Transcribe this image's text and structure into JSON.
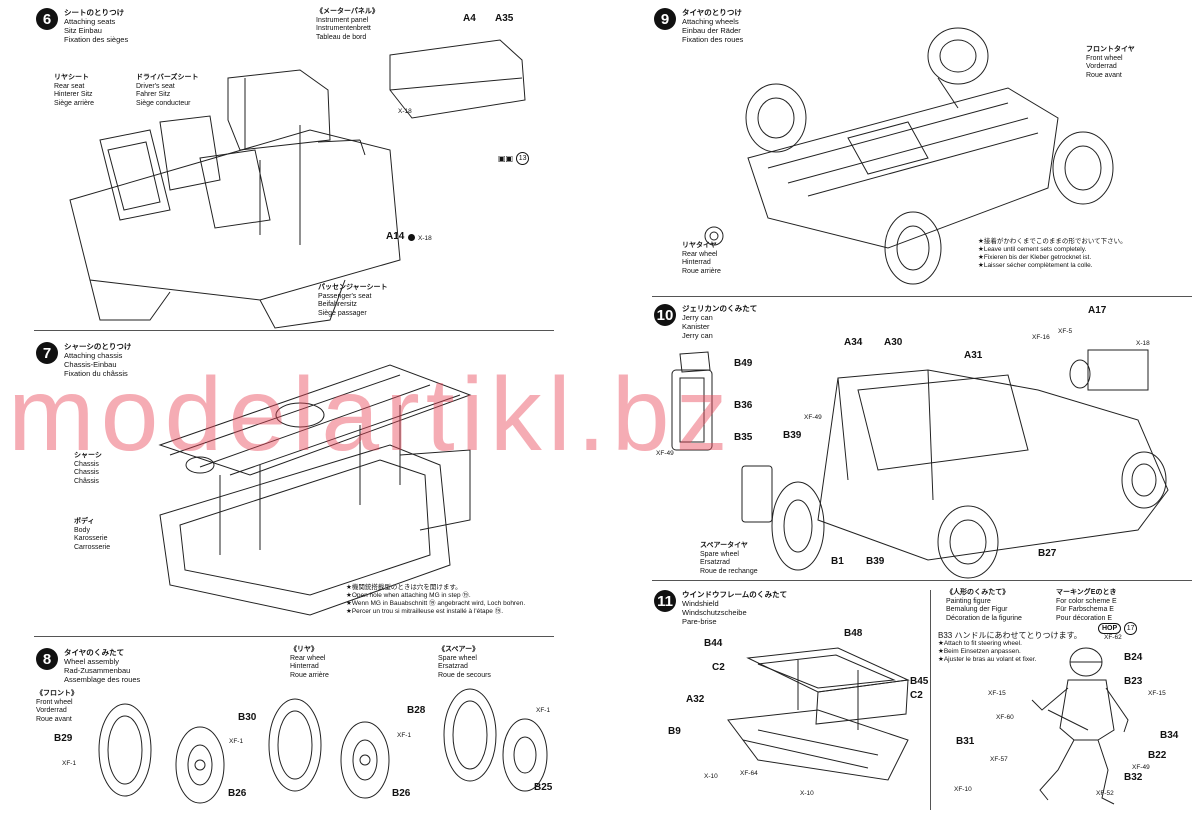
{
  "watermark": "modelartikl.bz",
  "steps": [
    {
      "num": "6",
      "jp": "シートのとりつけ",
      "en": "Attaching seats",
      "de": "Sitz Einbau",
      "fr": "Fixation des sièges"
    },
    {
      "num": "7",
      "jp": "シャーシのとりつけ",
      "en": "Attaching chassis",
      "de": "Chassis-Einbau",
      "fr": "Fixation du châssis"
    },
    {
      "num": "8",
      "jp": "タイヤのくみたて",
      "en": "Wheel assembly",
      "de": "Rad-Zusammenbau",
      "fr": "Assemblage des roues"
    },
    {
      "num": "9",
      "jp": "タイヤのとりつけ",
      "en": "Attaching wheels",
      "de": "Einbau der Räder",
      "fr": "Fixation des roues"
    },
    {
      "num": "10",
      "jp": "ジェリカンのくみたて",
      "en": "Jerry can",
      "de": "Kanister",
      "fr": "Jerry can"
    },
    {
      "num": "11",
      "jp": "ウインドウフレームのくみたて",
      "en": "Windshield",
      "de": "Windschutzscheibe",
      "fr": "Pare-brise"
    }
  ],
  "step6": {
    "instrument_panel": {
      "jp": "《メーターパネル》",
      "en": "Instrument panel",
      "de": "Instrumentenbrett",
      "fr": "Tableau de bord"
    },
    "rear_seat": {
      "jp": "リヤシート",
      "en": "Rear seat",
      "de": "Hinterer Sitz",
      "fr": "Siège arrière"
    },
    "drivers_seat": {
      "jp": "ドライバーズシート",
      "en": "Driver's seat",
      "de": "Fahrer Sitz",
      "fr": "Siège conducteur"
    },
    "passenger_seat": {
      "jp": "パッセンジャーシート",
      "en": "Passenger's seat",
      "de": "Beifahrersitz",
      "fr": "Siège passager"
    },
    "parts": {
      "a4": "A4",
      "a35": "A35",
      "a14": "A14",
      "x18a": "X-18",
      "x18b": "X-18"
    },
    "ref_num": "13"
  },
  "step7": {
    "chassis": {
      "jp": "シャーシ",
      "en": "Chassis",
      "de": "Chassis",
      "fr": "Châssis"
    },
    "body": {
      "jp": "ボディ",
      "en": "Body",
      "de": "Karosserie",
      "fr": "Carrosserie"
    },
    "note": {
      "jp": "★機関銃搭載型のときは穴を開けます。",
      "en": "★Open hole when attaching MG in step ⑲.",
      "de": "★Wenn MG in Bauabschnitt ⑲ angebracht wird, Loch bohren.",
      "fr": "★Percer un trou si mitrailleuse est installé à l'étape ⑲."
    }
  },
  "step8": {
    "front": {
      "jp": "《フロント》",
      "en": "Front wheel",
      "de": "Vorderrad",
      "fr": "Roue avant"
    },
    "rear": {
      "jp": "《リヤ》",
      "en": "Rear wheel",
      "de": "Hinterrad",
      "fr": "Roue arrière"
    },
    "spare": {
      "jp": "《スペアー》",
      "en": "Spare wheel",
      "de": "Ersatzrad",
      "fr": "Roue de secours"
    },
    "parts": {
      "b29": "B29",
      "xf1a": "XF-1",
      "xf1b": "XF-1",
      "b26a": "B26",
      "b30": "B30",
      "xf1c": "XF-1",
      "b26b": "B26",
      "b28": "B28",
      "xf1d": "XF-1",
      "b25": "B25"
    }
  },
  "step9": {
    "front_wheel": {
      "jp": "フロントタイヤ",
      "en": "Front wheel",
      "de": "Vorderrad",
      "fr": "Roue avant"
    },
    "rear_wheel": {
      "jp": "リヤタイヤ",
      "en": "Rear wheel",
      "de": "Hinterrad",
      "fr": "Roue arrière"
    },
    "note": {
      "jp": "★接着がかわくまでこのままの形でおいて下さい。",
      "en": "★Leave until cement sets completely.",
      "de": "★Fixieren bis der Kleber getrocknet ist.",
      "fr": "★Laisser sécher complètement la colle."
    }
  },
  "step10": {
    "spare_wheel": {
      "jp": "スペアータイヤ",
      "en": "Spare wheel",
      "de": "Ersatzrad",
      "fr": "Roue de rechange"
    },
    "parts": {
      "a17": "A17",
      "xf16": "XF-16",
      "xf5": "XF-5",
      "x18": "X-18",
      "a34": "A34",
      "a30": "A30",
      "a31": "A31",
      "b49": "B49",
      "b36": "B36",
      "b35": "B35",
      "xf49a": "XF-49",
      "xf49b": "XF-49",
      "b39a": "B39",
      "b39b": "B39",
      "b1": "B1",
      "b27": "B27"
    }
  },
  "step11": {
    "painting_figure": {
      "jp": "《人形のくみたて》",
      "en": "Painting figure",
      "de": "Bemalung der Figur",
      "fr": "Décoration de la figurine"
    },
    "marking": {
      "jp": "マーキングEのとき",
      "en": "For color scheme E",
      "de": "Für Farbschema E",
      "fr": "Pour décoration E"
    },
    "b33_note": {
      "jp": "B33 ハンドルにあわせてとりつけます。",
      "en": "★Attach to fit steering wheel.",
      "de": "★Beim Einsetzen anpassen.",
      "fr": "★Ajuster le bras au volant et fixer."
    },
    "hop_badge": "HOP",
    "ref_num": "17",
    "parts": {
      "b44": "B44",
      "b48": "B48",
      "c2a": "C2",
      "b45": "B45",
      "c2b": "C2",
      "a32": "A32",
      "b9": "B9",
      "x10a": "X-10",
      "xf64": "XF-64",
      "x10b": "X-10",
      "xf62": "XF-62",
      "b24": "B24",
      "b23": "B23",
      "xf15a": "XF-15",
      "xf15b": "XF-15",
      "xf60": "XF-60",
      "b34": "B34",
      "b31": "B31",
      "xf57": "XF-57",
      "b22": "B22",
      "xf49": "XF-49",
      "b32": "B32",
      "xf10": "XF-10",
      "xf52": "XF-52"
    }
  }
}
